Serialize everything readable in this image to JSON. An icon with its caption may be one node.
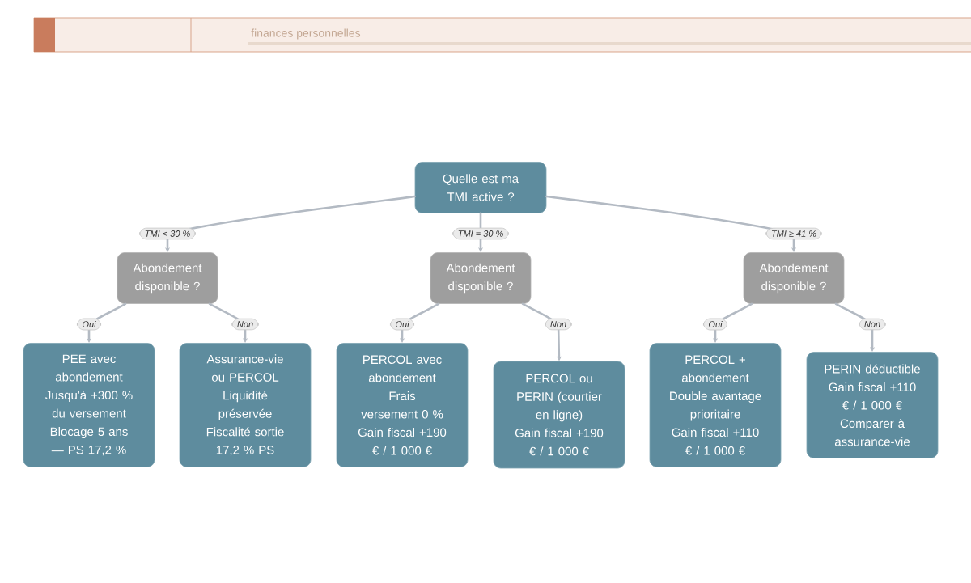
{
  "diagram": {
    "nodes": [
      {
        "text": [
          "Quelle est ma TMI active ?"
        ]
      },
      {
        "text": [
          "Abondement disponible ?"
        ]
      },
      {
        "text": [
          "Abondement disponible ?"
        ]
      },
      {
        "text": [
          "Abondement disponible ?"
        ]
      },
      {
        "text": [
          "PEE avec abondement",
          "Jusqu'à +300 % du versement",
          "Blocage 5 ans — PS 17,2 %"
        ]
      },
      {
        "text": [
          "Assurance-vie ou PERCOL",
          "Liquidité préservée",
          "Fiscalité sortie 17,2 % PS"
        ]
      },
      {
        "text": [
          "PERCOL avec abondement",
          "Frais versement 0 %",
          "Gain fiscal +190 € / 1 000 €"
        ]
      },
      {
        "text": [
          "PERCOL ou PERIN (courtier en ligne)",
          "Gain fiscal +190 € / 1 000 €"
        ]
      },
      {
        "text": [
          "PERCOL + abondement",
          "Double avantage prioritaire",
          "Gain fiscal +110 € / 1 000 €"
        ]
      },
      {
        "text": [
          "PERIN déductible",
          "Gain fiscal +110 € / 1 000 €",
          "Comparer à assurance-vie"
        ]
      }
    ],
    "edges": [
      {
        "from": 0,
        "to": 1,
        "arrow": "to",
        "label": "TMI < 30 %"
      },
      {
        "from": 0,
        "to": 2,
        "arrow": "to",
        "label": "TMI = 30 %"
      },
      {
        "from": 0,
        "to": 3,
        "arrow": "to",
        "label": "TMI ≥ 41 %"
      },
      {
        "from": 1,
        "to": 4,
        "arrow": "to",
        "label": "Oui"
      },
      {
        "from": 1,
        "to": 5,
        "arrow": "to",
        "label": "Non"
      },
      {
        "from": 2,
        "to": 6,
        "arrow": "to",
        "label": "Oui"
      },
      {
        "from": 2,
        "to": 7,
        "arrow": "to",
        "label": "Non"
      },
      {
        "from": 3,
        "to": 8,
        "arrow": "to",
        "label": "Oui"
      },
      {
        "from": 3,
        "to": 9,
        "arrow": "to",
        "label": "Non"
      }
    ],
    "labels": [
      "finances personnelles"
    ]
  }
}
